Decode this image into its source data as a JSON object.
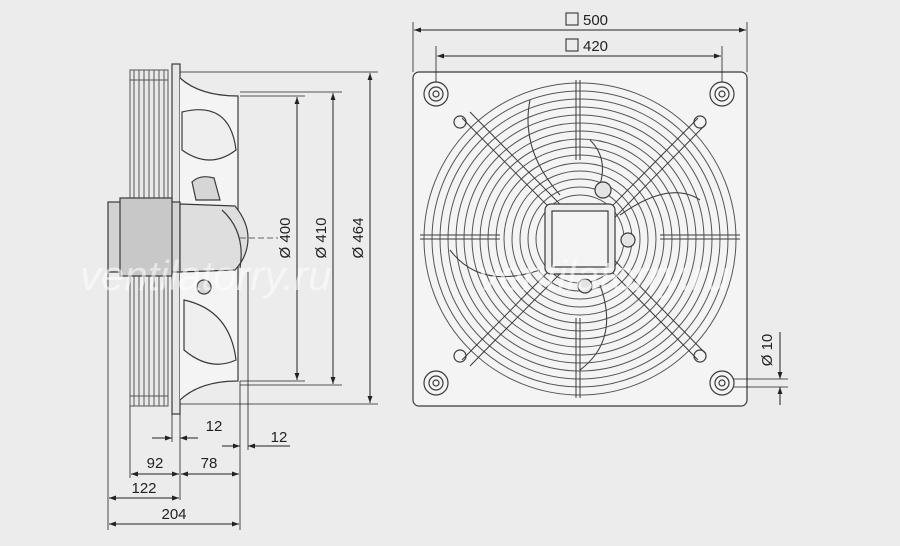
{
  "watermark": "ventilatorry.ru",
  "dimensions": {
    "width_outer": "500",
    "width_holes": "420",
    "dia_400": "Ø 400",
    "dia_410": "Ø 410",
    "dia_464": "Ø 464",
    "dia_10": "Ø 10",
    "depth_12a": "12",
    "depth_12b": "12",
    "depth_92": "92",
    "depth_78": "78",
    "depth_122": "122",
    "depth_204": "204"
  },
  "colors": {
    "background": "#ececec",
    "line": "#3a3a3a",
    "panel": "#f4f4f4",
    "hub": "#dcdcdc",
    "motor": "#bdbdbd"
  }
}
